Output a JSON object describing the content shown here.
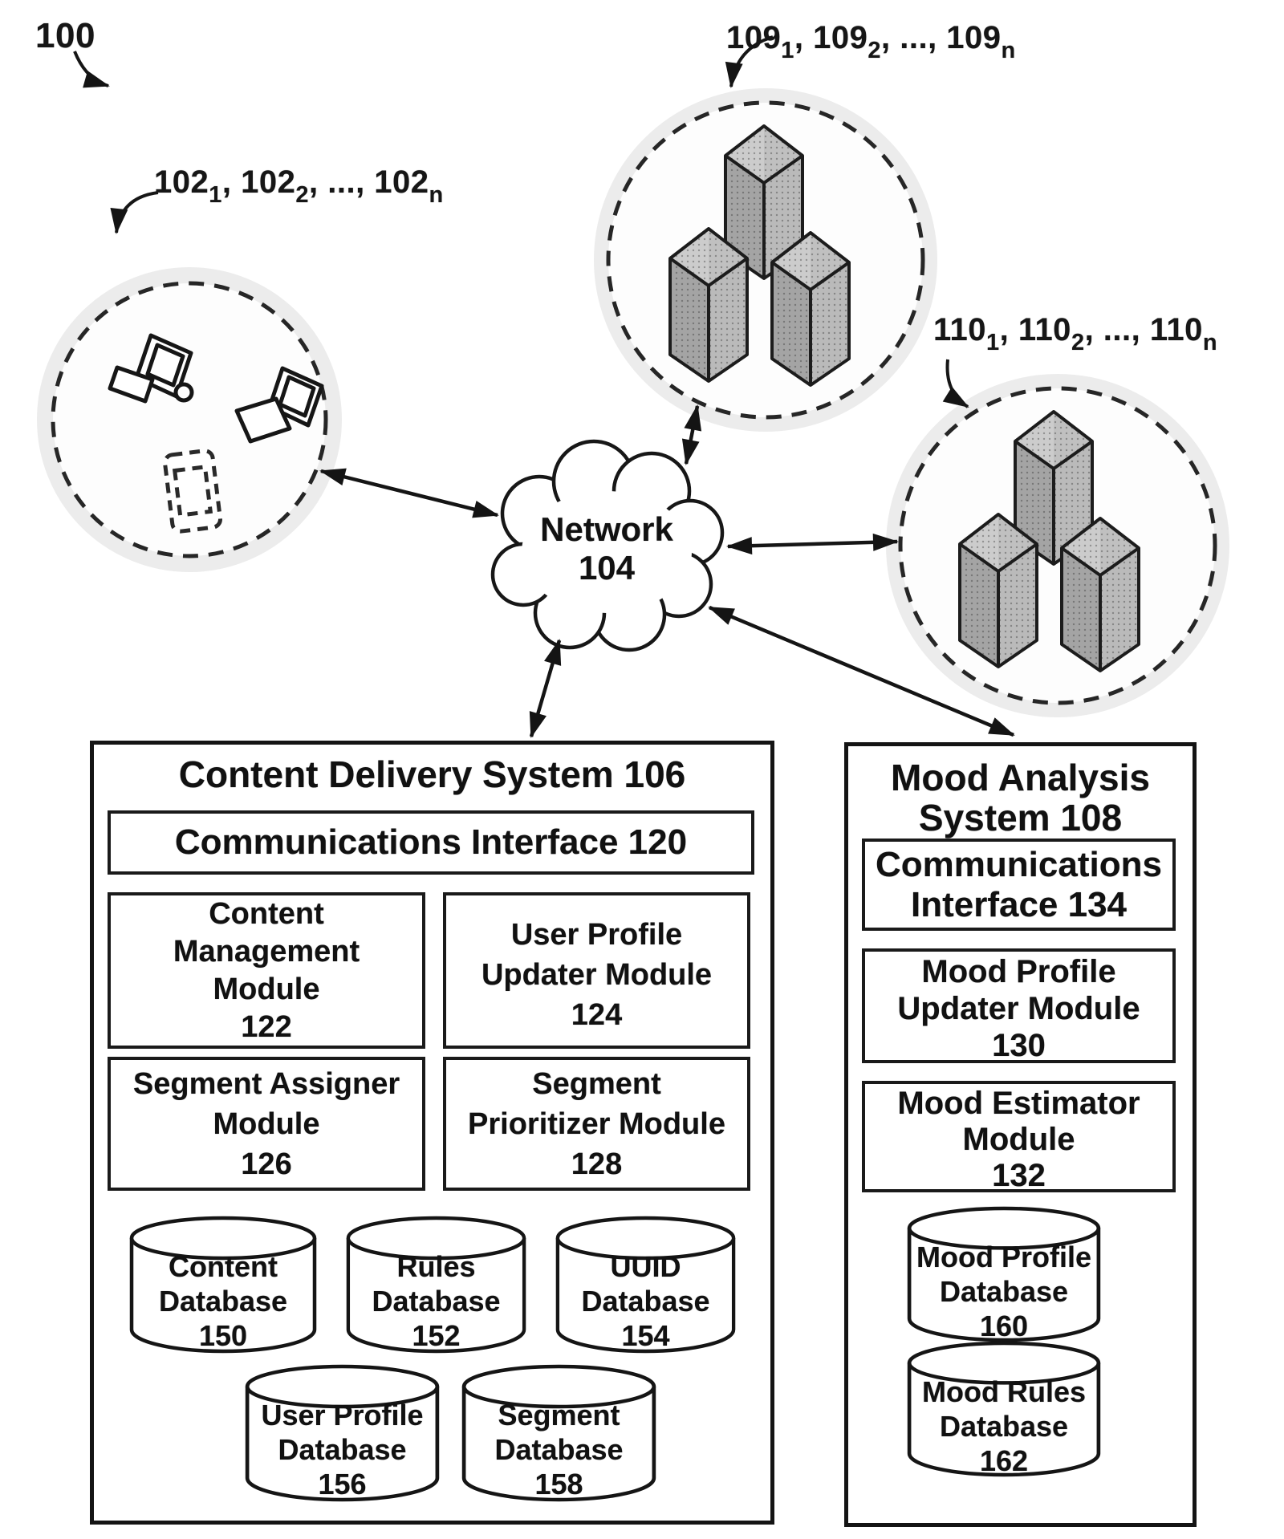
{
  "labels": {
    "root": "100",
    "devices": {
      "b1": "102",
      "s1": "1",
      "b2": ", 102",
      "s2": "2",
      "b3": ", ..., 102",
      "s3": "n"
    },
    "servers_a": {
      "b1": "109",
      "s1": "1",
      "b2": ", 109",
      "s2": "2",
      "b3": ", ..., 109",
      "s3": "n"
    },
    "servers_b": {
      "b1": "110",
      "s1": "1",
      "b2": ", 110",
      "s2": "2",
      "b3": ", ..., 110",
      "s3": "n"
    }
  },
  "network": {
    "line1": "Network",
    "line2": "104"
  },
  "cds": {
    "title": "Content Delivery System 106",
    "comm": "Communications Interface 120",
    "modules": [
      {
        "lines": [
          "Content",
          "Management",
          "Module",
          "122"
        ]
      },
      {
        "lines": [
          "User Profile",
          "Updater Module",
          "124"
        ]
      },
      {
        "lines": [
          "Segment Assigner",
          "Module",
          "126"
        ]
      },
      {
        "lines": [
          "Segment",
          "Prioritizer Module",
          "128"
        ]
      }
    ],
    "databases": [
      {
        "lines": [
          "Content",
          "Database",
          "150"
        ]
      },
      {
        "lines": [
          "Rules",
          "Database",
          "152"
        ]
      },
      {
        "lines": [
          "UUID",
          "Database",
          "154"
        ]
      },
      {
        "lines": [
          "User Profile",
          "Database",
          "156"
        ]
      },
      {
        "lines": [
          "Segment",
          "Database",
          "158"
        ]
      }
    ]
  },
  "mas": {
    "title": [
      "Mood Analysis",
      "System 108"
    ],
    "comm": [
      "Communications",
      "Interface 134"
    ],
    "modules": [
      {
        "lines": [
          "Mood Profile",
          "Updater Module",
          "130"
        ]
      },
      {
        "lines": [
          "Mood Estimator",
          "Module",
          "132"
        ]
      }
    ],
    "databases": [
      {
        "lines": [
          "Mood Profile",
          "Database",
          "160"
        ]
      },
      {
        "lines": [
          "Mood Rules",
          "Database",
          "162"
        ]
      }
    ]
  }
}
